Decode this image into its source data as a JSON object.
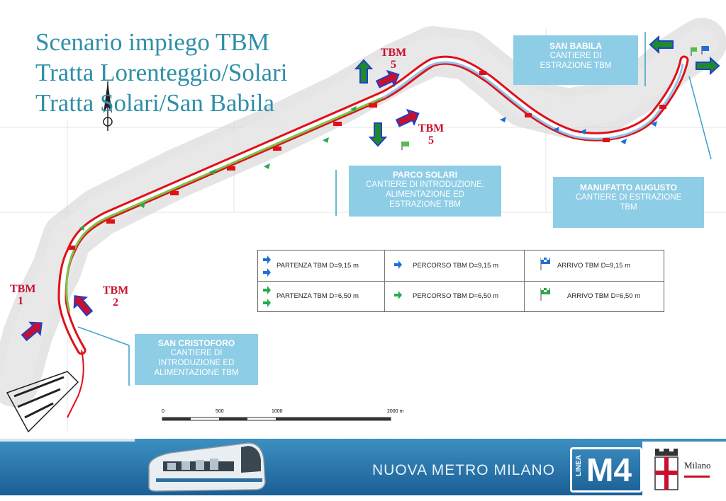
{
  "title": {
    "line1": "Scenario impiego TBM",
    "line2": "Tratta Lorenteggio/Solari",
    "line3": "Tratta Solari/San Babila"
  },
  "tbm_labels": {
    "tbm1": "TBM\n1",
    "tbm2": "TBM\n2",
    "tbm5_top": "TBM\n5",
    "tbm5_bottom": "TBM\n5"
  },
  "callouts": {
    "san_babila": {
      "heading": "SAN BABILA",
      "body": "CANTIERE DI\nESTRAZIONE TBM"
    },
    "parco_solari": {
      "heading": "PARCO SOLARI",
      "body": "CANTIERE DI INTRODUZIONE,\nALIMENTAZIONE ED\nESTRAZIONE TBM"
    },
    "manufatto_augusto": {
      "heading": "MANUFATTO AUGUSTO",
      "body": "CANTIERE DI ESTRAZIONE\nTBM"
    },
    "san_cristoforo": {
      "heading": "SAN CRISTOFORO",
      "body": "CANTIERE DI\nINTRODUZIONE ED\nALIMENTAZIONE TBM"
    }
  },
  "legend": {
    "row1": {
      "partenza": "PARTENZA TBM D=9,15 m",
      "percorso": "PERCORSO TBM D=9,15 m",
      "arrivo": "ARRIVO TBM D=9,15 m"
    },
    "row2": {
      "partenza": "PARTENZA TBM D=6,50 m",
      "percorso": "PERCORSO TBM D=6,50 m",
      "arrivo": "ARRIVO TBM D=6,50 m"
    }
  },
  "scale": {
    "t0": "0",
    "t1": "500",
    "t2": "1000",
    "t3": "2000 m"
  },
  "footer": {
    "text": "NUOVA METRO MILANO",
    "linea": "LINEA",
    "line_number": "M4",
    "city": "Milano"
  },
  "colors": {
    "title": "#2f8fa8",
    "tunnel_red": "#e0101a",
    "track_green": "#7cc34a",
    "track_blue": "#8fc7ea",
    "callout": "#8ecde6",
    "arrow_blue": "#1e40c8",
    "arrow_green": "#1f8a2c"
  }
}
